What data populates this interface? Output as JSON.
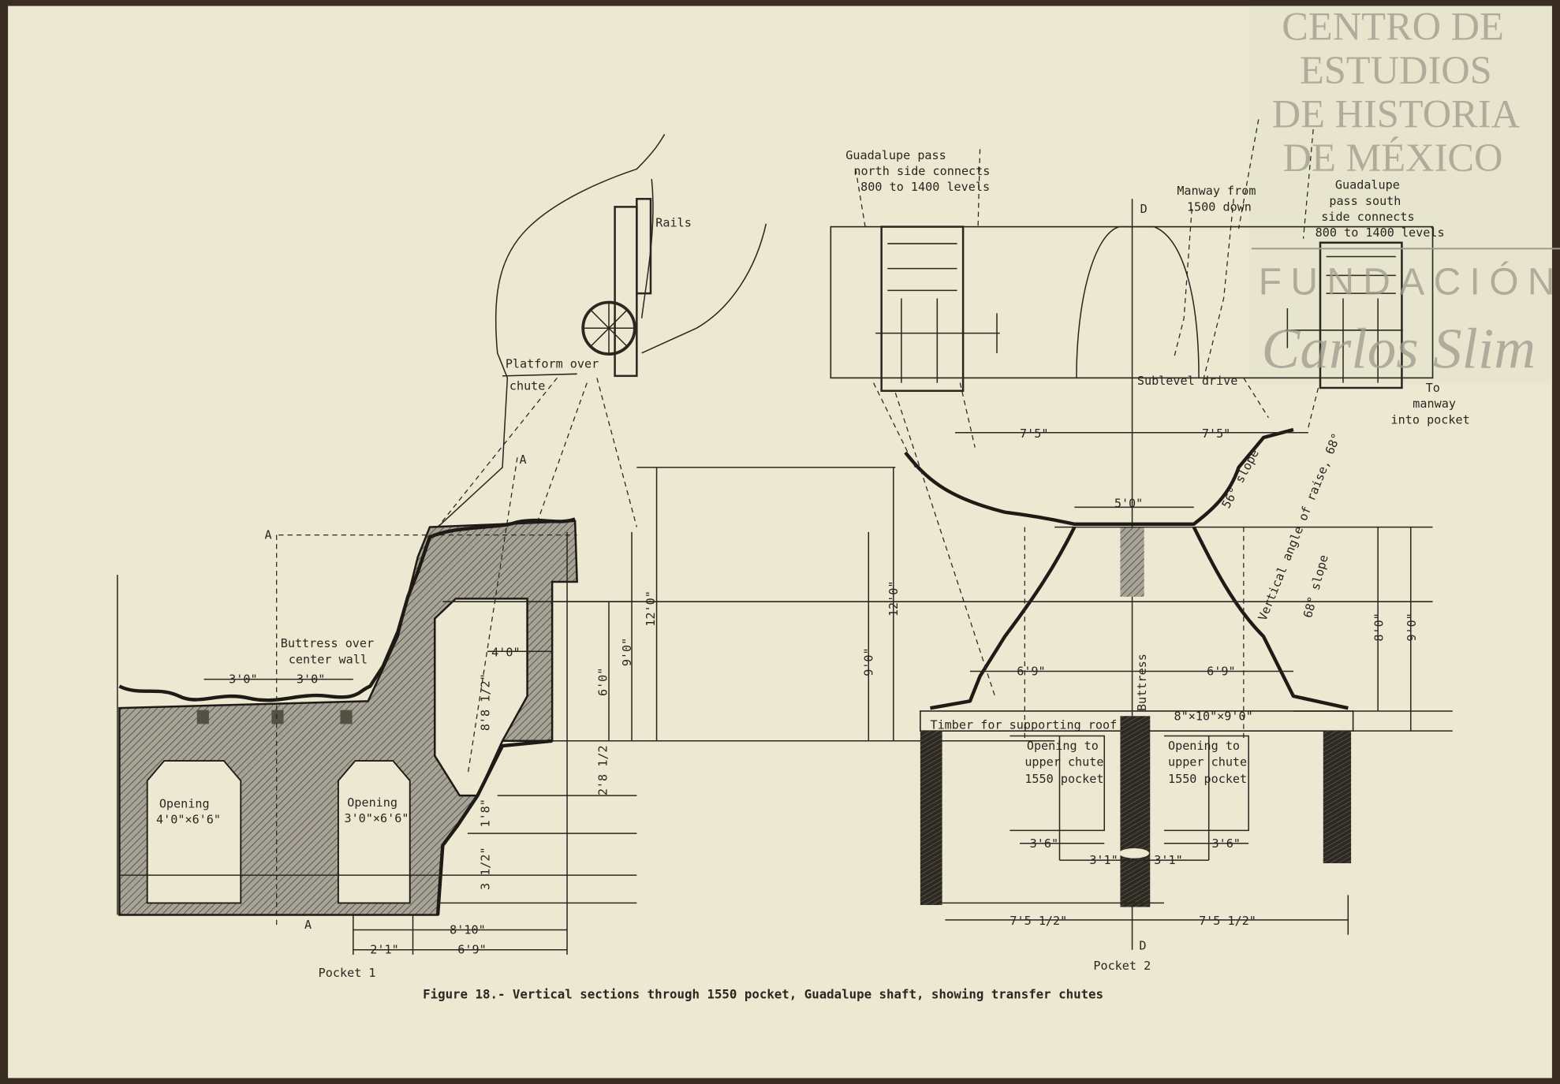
{
  "colors": {
    "paper": "#ece8d1",
    "ink": "#2a2620",
    "hatch": "#9d9a8d",
    "watermark": "#9e9a8c",
    "frame": "#3a2e22"
  },
  "watermark": {
    "lines": [
      "CENTRO DE",
      "ESTUDIOS",
      "DE HISTORIA",
      "DE MÉXICO"
    ],
    "foundation": "FUNDACIÓN",
    "signature": "Carlos Slim"
  },
  "left_section": {
    "rails": "Rails",
    "platform_line1": "Platform over",
    "platform_line2": "chute",
    "section_marker": "A",
    "buttress_line1": "Buttress over",
    "buttress_line2": "center wall",
    "dim_3ft_left": "3'0\"",
    "dim_3ft_right": "3'0\"",
    "dim_4ft": "4'0\"",
    "dim_8_8_half": "8'8 1/2\"",
    "dim_6ft": "6'0\"",
    "dim_9ft": "9'0\"",
    "dim_12ft": "12'0\"",
    "dim_2_8_half": "2'8 1/2",
    "dim_1_8": "1'8\"",
    "dim_3_half": "3 1/2\"",
    "opening1_line1": "Opening",
    "opening1_line2": "4'0\"×6'6\"",
    "opening2_line1": "Opening",
    "opening2_line2": "3'0\"×6'6\"",
    "dim_8_10": "8'10\"",
    "dim_2_1": "2'1\"",
    "dim_6_9": "6'9\"",
    "pocket": "Pocket 1"
  },
  "right_section": {
    "north_pass": [
      "Guadalupe pass",
      "north side connects",
      "800 to 1400 levels"
    ],
    "manway": [
      "Manway from",
      "1500 down"
    ],
    "section_marker": "D",
    "south_pass": [
      "Guadalupe",
      "pass south",
      "side connects",
      "800 to 1400 levels"
    ],
    "sublevel": "Sublevel drive",
    "to_manway": [
      "To",
      "manway",
      "into pocket"
    ],
    "dim_7_5_left": "7'5\"",
    "dim_7_5_right": "7'5\"",
    "dim_5ft": "5'0\"",
    "slope_56": "56° slope",
    "raise_angle": "Vertical angle of raise, 68°",
    "slope_68": "68° slope",
    "dim_9ft": "9'0\"",
    "dim_12ft": "12'0\"",
    "dim_6_9_left": "6'9\"",
    "dim_6_9_right": "6'9\"",
    "buttress": "Buttress",
    "dim_8ft": "8'0\"",
    "dim_9ft_right": "9'0\"",
    "timber": "Timber for supporting roof",
    "timber_size": "8\"×10\"×9'0\"",
    "opening_left": [
      "Opening to",
      "upper chute",
      "1550 pocket"
    ],
    "opening_right": [
      "Opening to",
      "upper chute",
      "1550 pocket"
    ],
    "dim_3_6_left": "3'6\"",
    "dim_3_6_right": "3'6\"",
    "dim_3_1_left": "3'1\"",
    "dim_3_1_right": "3'1\"",
    "dim_7_5_half_left": "7'5 1/2\"",
    "dim_7_5_half_right": "7'5 1/2\"",
    "pocket": "Pocket 2"
  },
  "caption": "Figure 18.- Vertical sections through 1550 pocket, Guadalupe shaft, showing transfer chutes"
}
